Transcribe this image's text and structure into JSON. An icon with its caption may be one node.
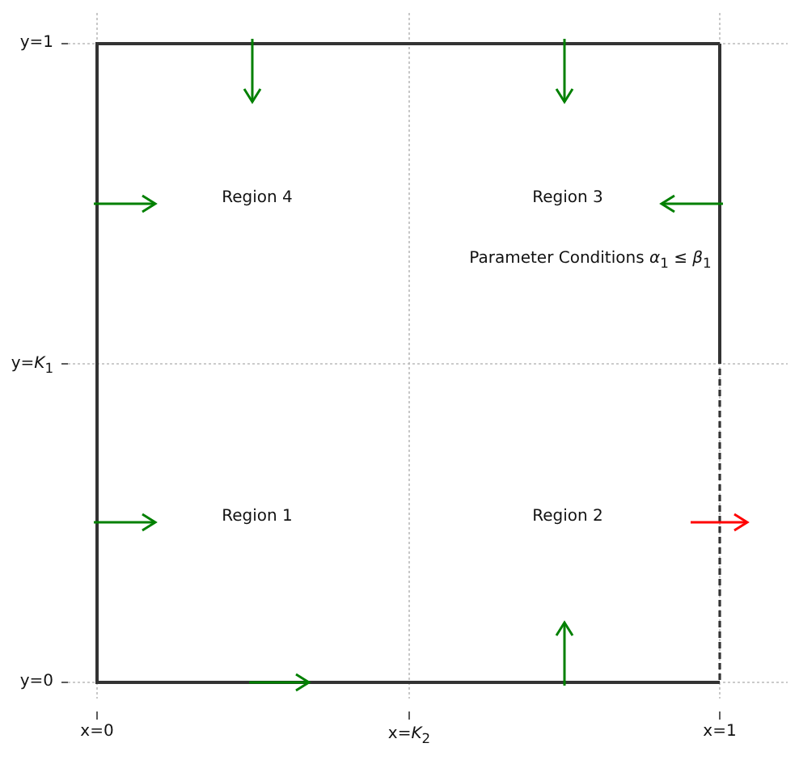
{
  "diagram": {
    "labels": [
      "y=1",
      "Region 4",
      "Region 3",
      "Parameter Conditions *α*$_{1}$ ≤ *β*$_{1}$",
      "y=*K*$_{1}$",
      "Region 1",
      "Region 2",
      "y=0",
      "x=0",
      "x=*K*$_{2}$",
      "x=1"
    ]
  }
}
